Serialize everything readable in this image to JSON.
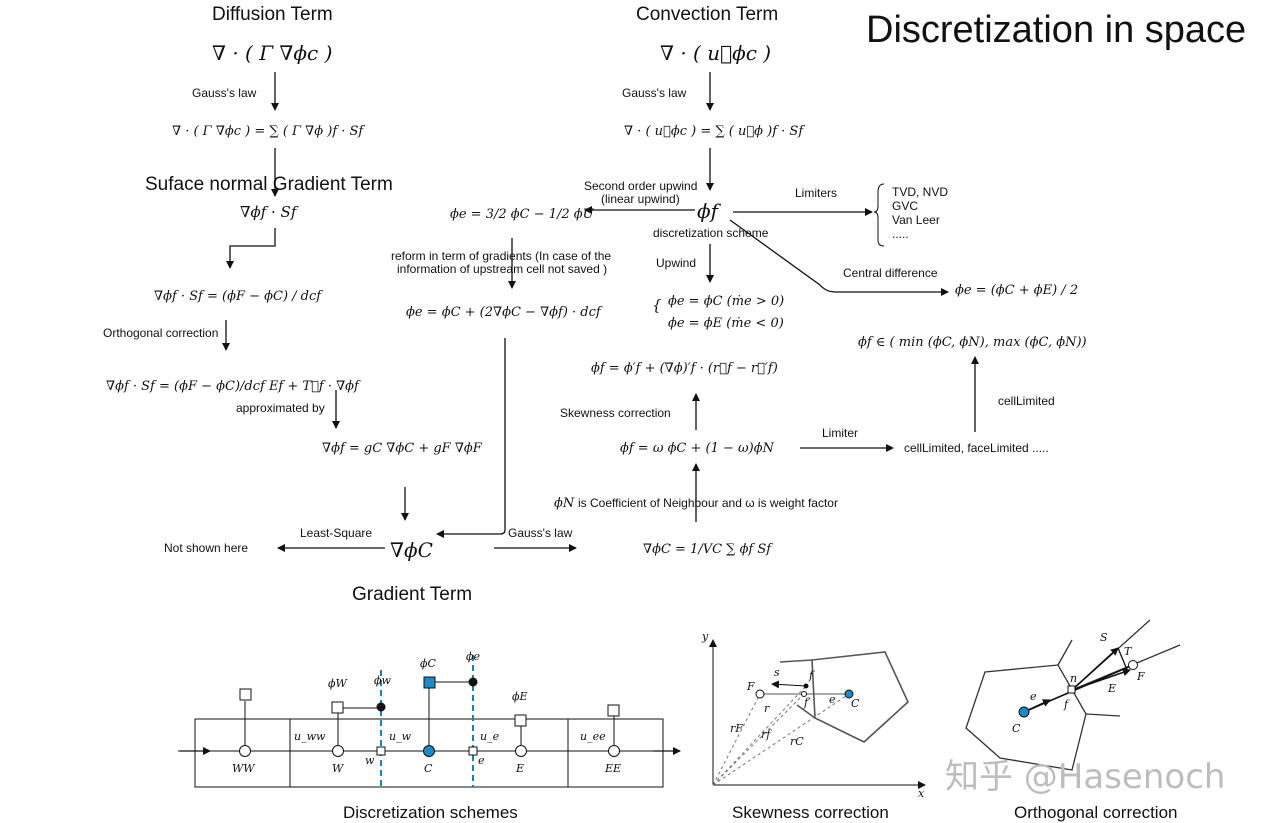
{
  "title": "Discretization in space",
  "headings": {
    "diffusion": "Diffusion Term",
    "convection": "Convection Term",
    "surface_normal": "Suface normal Gradient Term",
    "gradient": "Gradient Term"
  },
  "labels": {
    "gauss_law_left": "Gauss's law",
    "gauss_law_right": "Gauss's law",
    "gauss_law_bottom": "Gauss's law",
    "second_order_1": "Second order upwind",
    "second_order_2": "(linear upwind)",
    "limiters": "Limiters",
    "limiters_list": [
      "TVD, NVD",
      "GVC",
      "Van Leer",
      "....."
    ],
    "disc_scheme": "discretization scheme",
    "upwind": "Upwind",
    "central_difference": "Central difference",
    "reform_1": "reform in term of gradients (In case of the",
    "reform_2": "information of upstream cell not saved )",
    "orthogonal_correction": "Orthogonal correction",
    "approximated_by": "approximated by",
    "skewness_correction": "Skewness correction",
    "limiter": "Limiter",
    "cell_limited": "cellLimited",
    "cell_face_limited": "cellLimited, faceLimited .....",
    "coef_note": "is Coefficient of Neighbour and ω is weight factor",
    "least_square": "Least-Square",
    "not_shown": "Not shown here"
  },
  "equations": {
    "diffusion_term": "∇ · ( Γ ∇ϕc )",
    "convection_term": "∇ · ( u⃗ϕc )",
    "diff_gauss": "∇ · ( Γ ∇ϕc ) = ∑ ( Γ ∇ϕ )f · Sf",
    "conv_gauss": "∇ · ( u⃗ϕc ) = ∑ ( u⃗ϕ )f · Sf",
    "phi_f": "ϕf",
    "snGrad": "∇ϕf · Sf",
    "linear_upwind": "ϕe = 3/2 ϕC − 1/2 ϕU",
    "snGrad_simple": "∇ϕf · Sf = (ϕF − ϕC) / dcf",
    "reform": "ϕe = ϕC + (2∇ϕC − ∇ϕf) · dcf",
    "upwind_1": "ϕe = ϕC (ṁe > 0)",
    "upwind_2": "ϕe = ϕE (ṁe < 0)",
    "central": "ϕe = (ϕC + ϕE) / 2",
    "bounded": "ϕf ∈ ( min (ϕC, ϕN), max (ϕC, ϕN))",
    "orth_corr": "∇ϕf · Sf = (ϕF − ϕC)/dcf Ef + T⃗f · ∇ϕf",
    "skew": "ϕf = ϕ′f + (∇ϕ)′f · (r⃗f − r⃗′f)",
    "interp_grad": "∇ϕf = gC ∇ϕC + gF ∇ϕF",
    "weight": "ϕf = ω ϕC + (1 − ω)ϕN",
    "phiN": "ϕN",
    "gradient": "∇ϕC",
    "gauss_grad": "∇ϕC = 1/VC ∑ ϕf Sf"
  },
  "captions": {
    "schemes": "Discretization schemes",
    "skewness": "Skewness correction",
    "orthogonal": "Orthogonal correction"
  },
  "grid_labels": {
    "nodes": [
      "WW",
      "W",
      "C",
      "E",
      "EE"
    ],
    "faces": [
      "w",
      "e"
    ],
    "velocities": [
      "u_ww",
      "u_w",
      "u_e",
      "u_ee"
    ],
    "phis": [
      "ϕW",
      "ϕw",
      "ϕC",
      "ϕe",
      "ϕE"
    ]
  },
  "skew_labels": {
    "y": "y",
    "x": "x",
    "F": "F",
    "C": "C",
    "f": "f",
    "fp": "f′",
    "s": "s",
    "r": "r",
    "rF": "rF",
    "rf": "rf",
    "rC": "rC",
    "e": "e"
  },
  "orth_labels": {
    "S": "S",
    "T": "T",
    "E": "E",
    "n": "n",
    "e": "e",
    "f": "f",
    "F": "F",
    "C": "C"
  },
  "watermark": "知乎 @Hasenoch",
  "colors": {
    "red": "#d0181c",
    "blue": "#1e88c8",
    "dashed_blue": "#1e7fb8"
  }
}
